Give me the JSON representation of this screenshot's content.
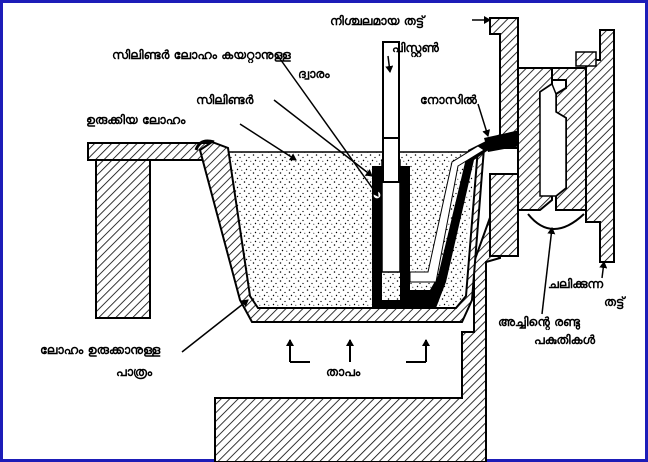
{
  "labels": {
    "fixed_plate": "നിശ്ചലമായ തട്ട്",
    "port": "സിലിണ്ടർ ലോഹം കയറ്റാനുള്ള",
    "port_2": "ദ്വാരം",
    "piston": "പിസ്റ്റൺ",
    "cylinder": "സിലിണ്ടർ",
    "nozzle": "നോസിൽ",
    "molten_metal": "ഉരുക്കിയ ലോഹം",
    "moving_plate": "ചലിക്കുന്ന",
    "moving_plate_2": "തട്ട്",
    "die_halves": "അച്ചിന്റെ രണ്ടു",
    "die_halves_2": "പകുതികൾ",
    "pot": "ലോഹം ഉരുക്കാനുള്ള",
    "pot_2": "പാത്രം",
    "heat": "താപം"
  },
  "colors": {
    "ink": "#000000",
    "paper": "#ffffff",
    "border": "#1d1db8"
  }
}
